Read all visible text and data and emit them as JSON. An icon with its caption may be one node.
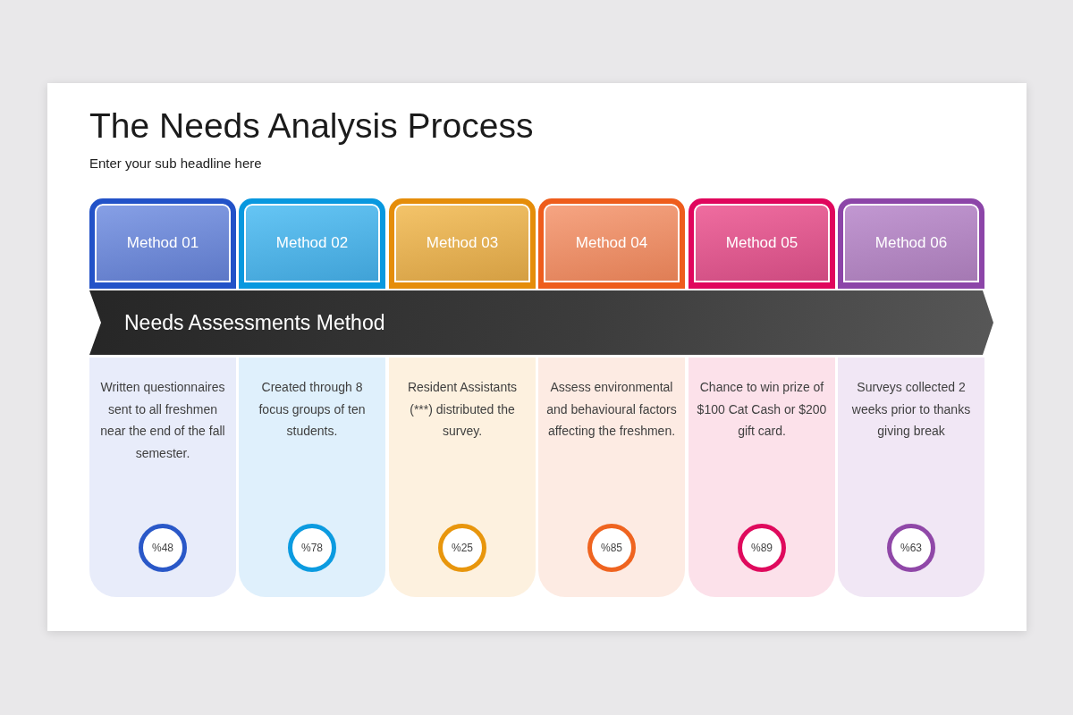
{
  "diagram": {
    "title": "The Needs Analysis Process",
    "nodes": [
      {
        "text": [
          "Method 01"
        ]
      },
      {
        "text": [
          "Method 02"
        ]
      },
      {
        "text": [
          "Method 03"
        ]
      },
      {
        "text": [
          "Method 04"
        ]
      },
      {
        "text": [
          "Method 05"
        ]
      },
      {
        "text": [
          "Method 06"
        ]
      },
      {
        "text": [
          "Needs Assessments Method"
        ]
      },
      {
        "text": [
          "Written questionnaires sent to all freshmen near the end of the fall semester."
        ]
      },
      {
        "text": [
          "%48"
        ],
        "in": 7
      },
      {
        "text": [
          "Created through 8 focus groups of ten students."
        ]
      },
      {
        "text": [
          "%78"
        ],
        "in": 9
      },
      {
        "text": [
          "Resident Assistants (***) distributed the survey."
        ]
      },
      {
        "text": [
          "%25"
        ],
        "in": 11
      },
      {
        "text": [
          "Assess environmental and behavioural factors affecting the freshmen."
        ]
      },
      {
        "text": [
          "%85"
        ],
        "in": 13
      },
      {
        "text": [
          "Chance to win prize of $100 Cat Cash or $200 gift card."
        ]
      },
      {
        "text": [
          "%89"
        ],
        "in": 15
      },
      {
        "text": [
          "Surveys collected 2 weeks prior to thanks giving break"
        ]
      },
      {
        "text": [
          "%63"
        ],
        "in": 17
      }
    ],
    "labels": [
      "Enter your sub headline here"
    ]
  }
}
